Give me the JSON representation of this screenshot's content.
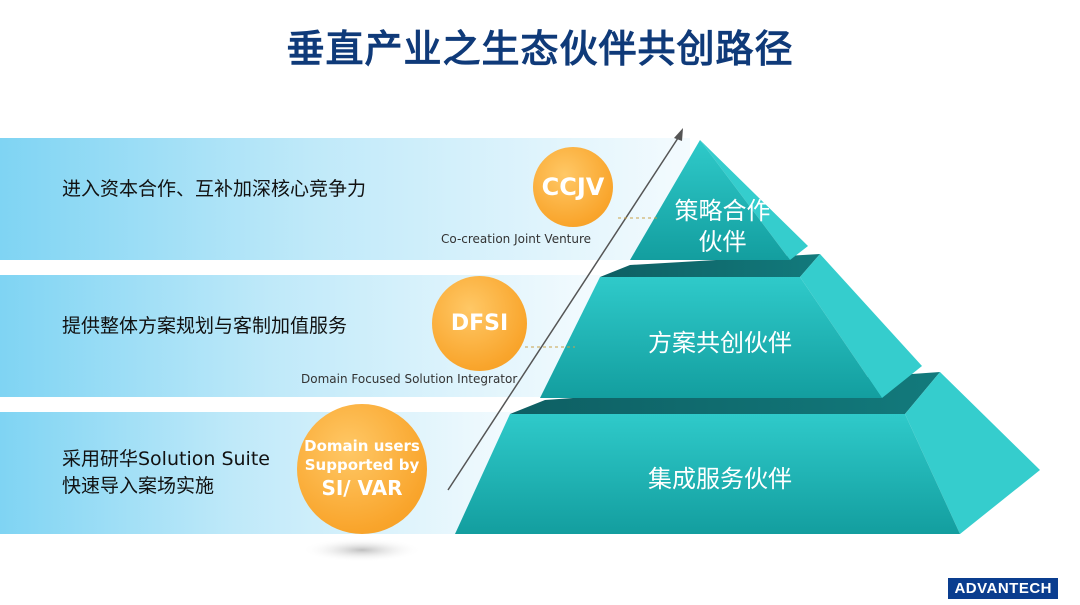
{
  "title": "垂直产业之生态伙伴共创路径",
  "tiers": [
    {
      "description": "进入资本合作、互补加深核心竞争力",
      "badge": "CCJV",
      "badge_caption": "Co-creation Joint Venture",
      "pyramid_label_line1": "策略合作",
      "pyramid_label_line2": "伙伴"
    },
    {
      "description": "提供整体方案规划与客制加值服务",
      "badge": "DFSI",
      "badge_caption": "Domain Focused Solution Integrator",
      "pyramid_label_line1": "方案共创伙伴"
    },
    {
      "description_line1": "采用研华Solution Suite",
      "description_line2": "快速导入案场实施",
      "badge_line1": "Domain users",
      "badge_line2": "Supported by",
      "badge_line3": "SI/ VAR",
      "pyramid_label_line1": "集成服务伙伴"
    }
  ],
  "logo": "ADVANTECH",
  "colors": {
    "title": "#0f3a79",
    "band_light": "#e9f7fd",
    "band_dark": "#7dd3f2",
    "badge": "#f9a52c",
    "pyramid_face": "#20b6b6",
    "pyramid_side": "#36cfcf",
    "pyramid_top": "#0f6e72"
  }
}
